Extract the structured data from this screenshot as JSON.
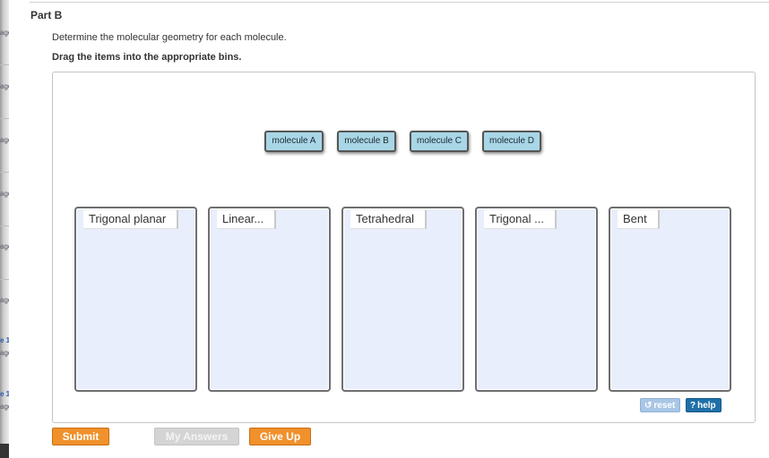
{
  "sidebar_fragments": [
    "agc",
    "agc",
    "agc",
    "agc",
    "agc",
    "agc",
    "e 1",
    "agc",
    "e 1",
    "agc"
  ],
  "part": {
    "title": "Part B"
  },
  "question": "Determine the molecular geometry for each molecule.",
  "instructions": "Drag the items into the appropriate bins.",
  "molecules": [
    "molecule A",
    "molecule B",
    "molecule C",
    "molecule D"
  ],
  "bins": [
    "Trigonal planar",
    "Linear...",
    "Tetrahedral",
    "Trigonal ...",
    "Bent"
  ],
  "tools": {
    "reset_label": "reset",
    "help_label": "help",
    "help_glyph": "?",
    "reset_glyph": "↺"
  },
  "buttons": {
    "submit": "Submit",
    "my_answers": "My Answers",
    "give_up": "Give Up"
  },
  "colors": {
    "accent_orange": "#f0912b",
    "chip_fill": "#a9d6e6",
    "bin_fill": "#e8eefc",
    "help_blue": "#1f6fa8",
    "disabled_gray": "#d4d4d4"
  }
}
